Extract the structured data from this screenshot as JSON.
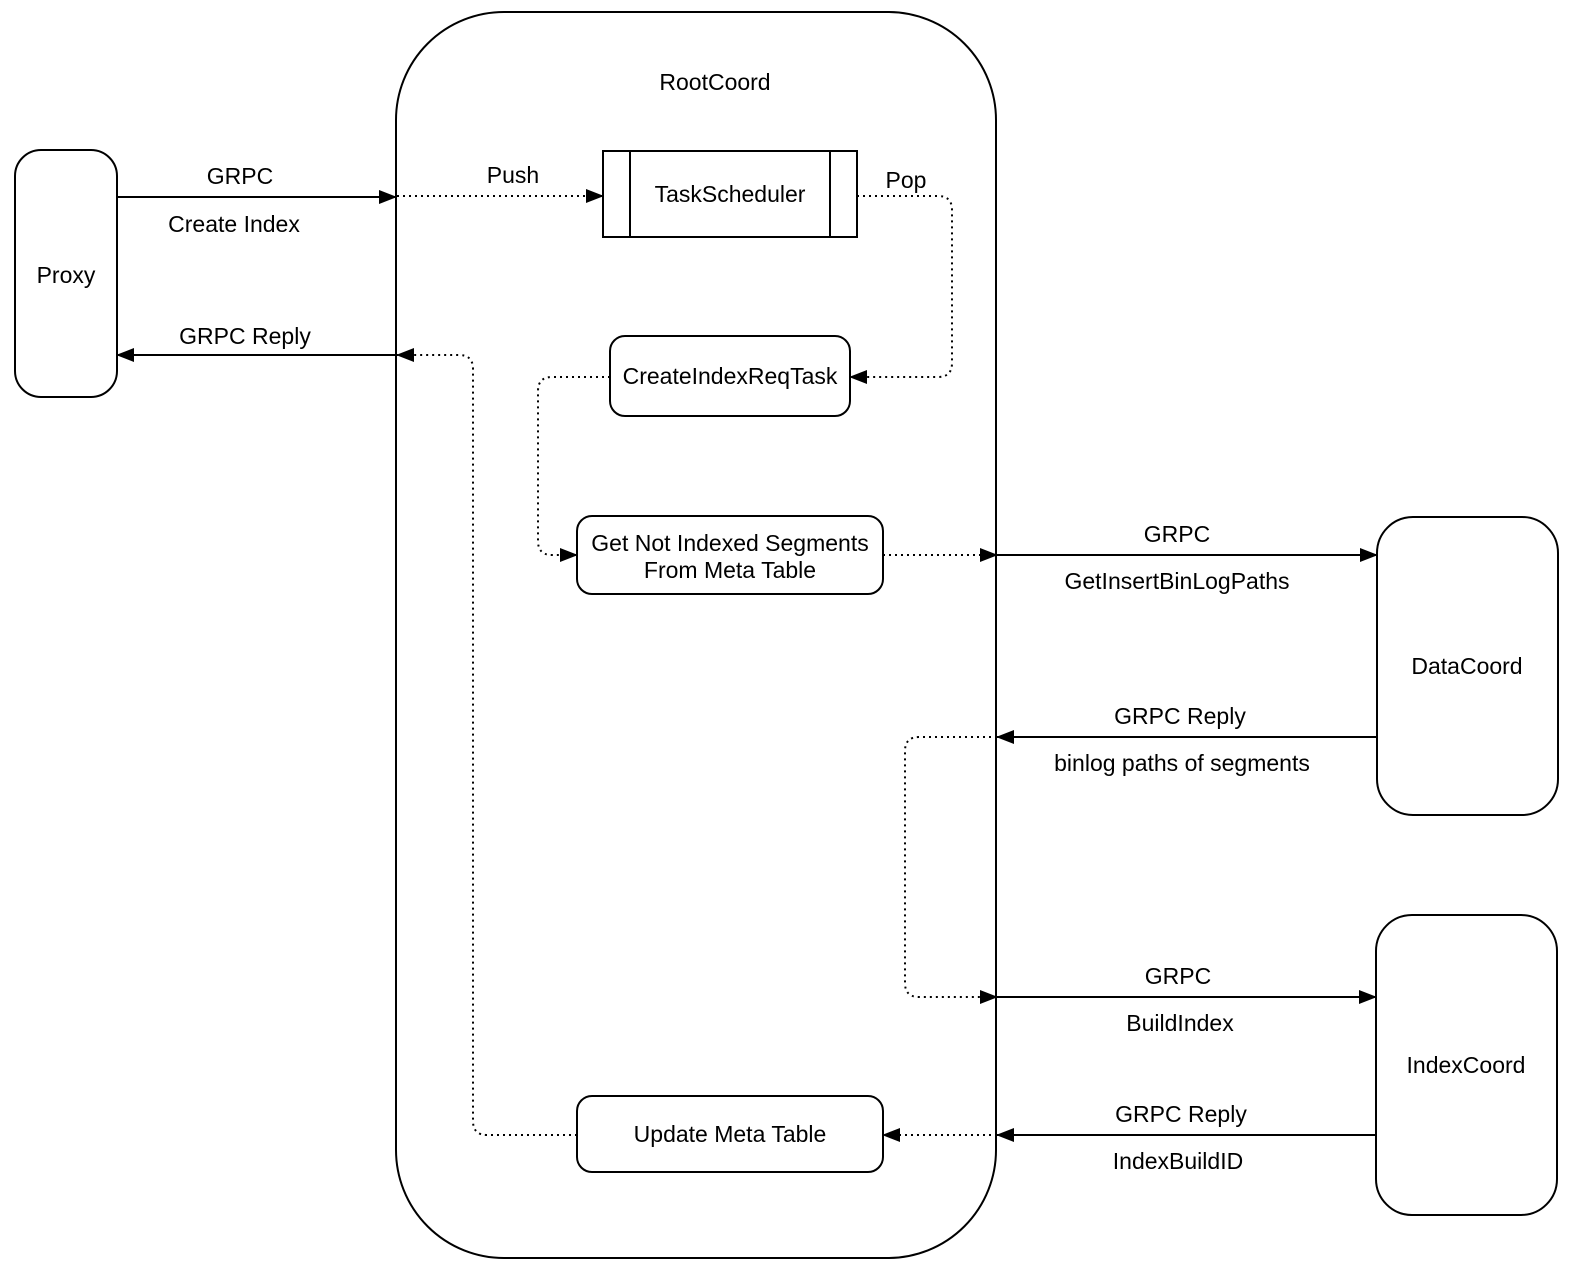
{
  "title": "RootCoord",
  "nodes": {
    "proxy": {
      "label": "Proxy"
    },
    "task_scheduler": {
      "label": "TaskScheduler"
    },
    "create_index_req_task": {
      "label": "CreateIndexReqTask"
    },
    "get_not_indexed_segments": {
      "line1": "Get Not Indexed Segments",
      "line2": "From Meta Table"
    },
    "update_meta_table": {
      "label": "Update Meta Table"
    },
    "data_coord": {
      "label": "DataCoord"
    },
    "index_coord": {
      "label": "IndexCoord"
    }
  },
  "edges": {
    "proxy_to_rootcoord": {
      "label1": "GRPC",
      "label2": "Create Index"
    },
    "rootcoord_to_proxy": {
      "label1": "GRPC Reply"
    },
    "push": {
      "label": "Push"
    },
    "pop": {
      "label": "Pop"
    },
    "rootcoord_to_datacoord": {
      "label1": "GRPC",
      "label2": "GetInsertBinLogPaths"
    },
    "datacoord_to_rootcoord": {
      "label1": "GRPC Reply",
      "label2": "binlog paths of segments"
    },
    "rootcoord_to_indexcoord": {
      "label1": "GRPC",
      "label2": "BuildIndex"
    },
    "indexcoord_to_rootcoord": {
      "label1": "GRPC Reply",
      "label2": "IndexBuildID"
    }
  },
  "colors": {
    "stroke": "#000000",
    "background": "#ffffff"
  }
}
